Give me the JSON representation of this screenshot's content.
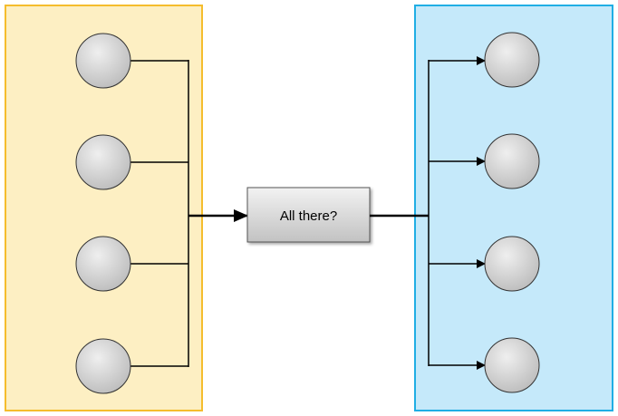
{
  "colors": {
    "left_panel_fill": "#fdefc3",
    "left_panel_stroke": "#f5bd2d",
    "right_panel_fill": "#c5e9fa",
    "right_panel_stroke": "#20aee4",
    "node_fill_light": "#efefef",
    "node_fill_dark": "#bcbcbc",
    "connector": "#000000"
  },
  "diagram": {
    "center_box": {
      "label": "All there?"
    },
    "left_nodes_count": 4,
    "right_nodes_count": 4
  }
}
